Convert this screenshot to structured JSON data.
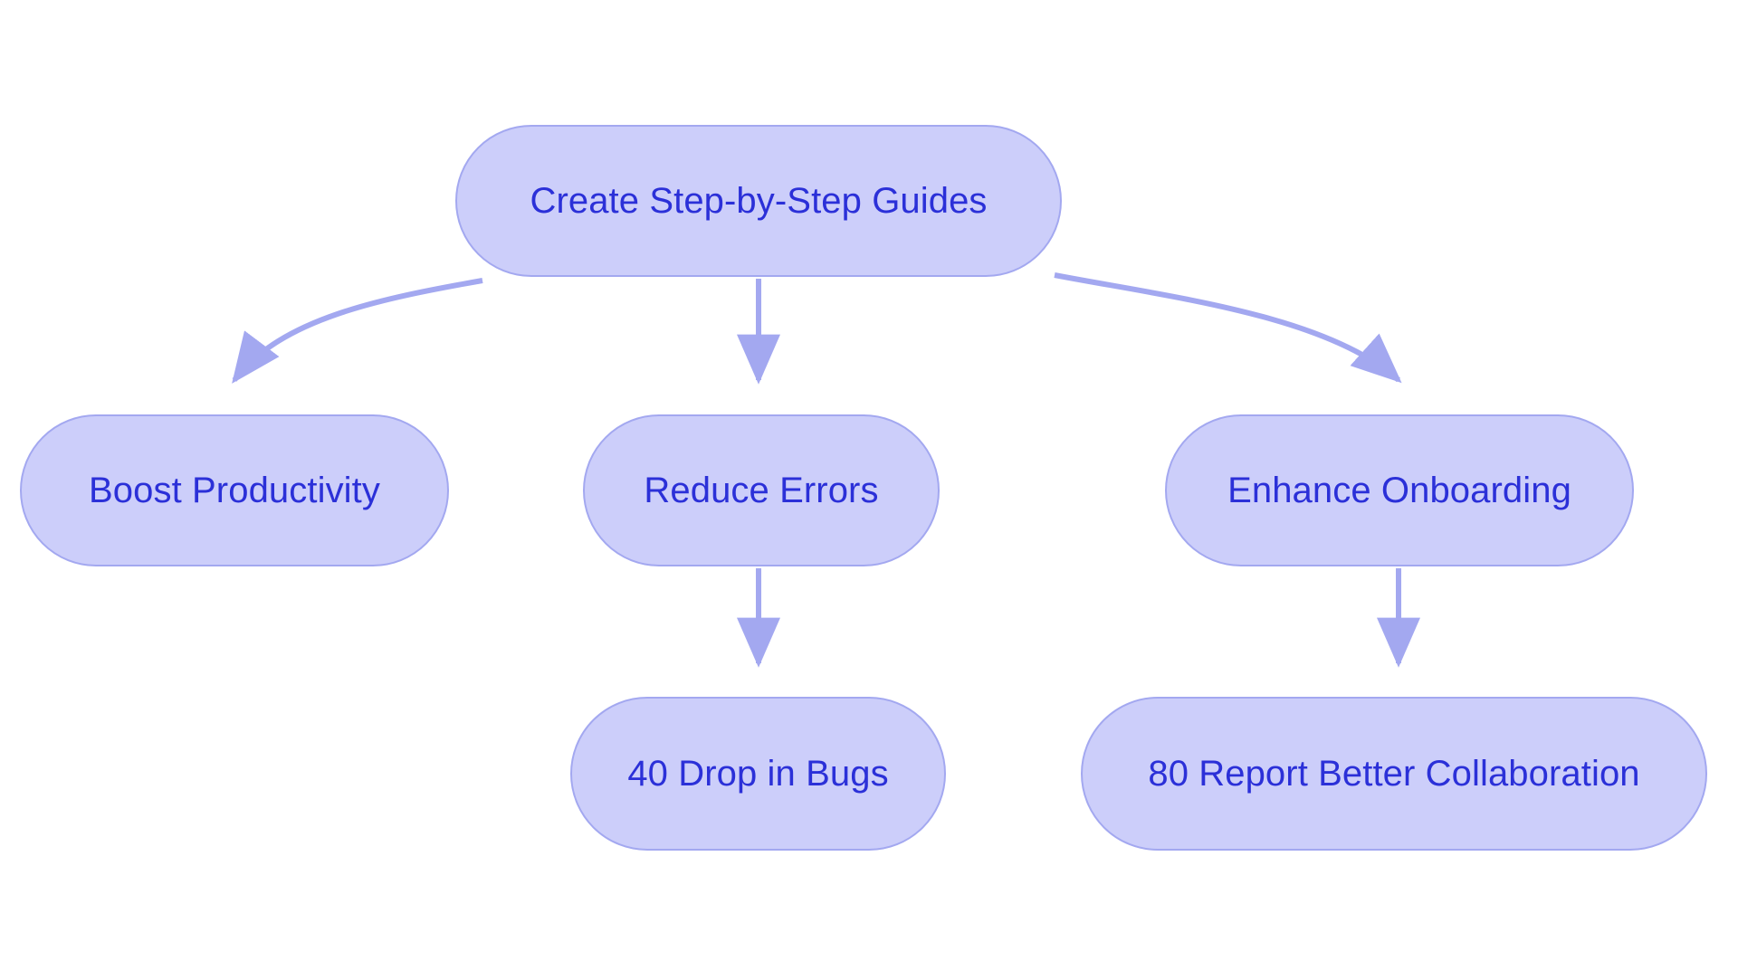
{
  "diagram": {
    "type": "flowchart",
    "orientation": "top-down",
    "background_color": "#ffffff",
    "node_fill_color": "#ccceFA",
    "node_border_color": "#a3a8f0",
    "node_text_color": "#2b30d8",
    "edge_color": "#a3a8f0",
    "node_shape": "stadium",
    "nodes": [
      {
        "id": "root",
        "label": "Create Step-by-Step Guides"
      },
      {
        "id": "boost",
        "label": "Boost Productivity"
      },
      {
        "id": "reduce",
        "label": "Reduce Errors"
      },
      {
        "id": "onb",
        "label": "Enhance Onboarding"
      },
      {
        "id": "bugs",
        "label": "40 Drop in Bugs"
      },
      {
        "id": "collab",
        "label": "80 Report Better Collaboration"
      }
    ],
    "edges": [
      {
        "id": "e1",
        "from": "root",
        "to": "boost",
        "style": "curved",
        "arrow": "triangle"
      },
      {
        "id": "e2",
        "from": "root",
        "to": "reduce",
        "style": "straight",
        "arrow": "triangle"
      },
      {
        "id": "e3",
        "from": "root",
        "to": "onb",
        "style": "curved",
        "arrow": "triangle"
      },
      {
        "id": "e4",
        "from": "reduce",
        "to": "bugs",
        "style": "straight",
        "arrow": "triangle"
      },
      {
        "id": "e5",
        "from": "onb",
        "to": "collab",
        "style": "straight",
        "arrow": "triangle"
      }
    ]
  }
}
